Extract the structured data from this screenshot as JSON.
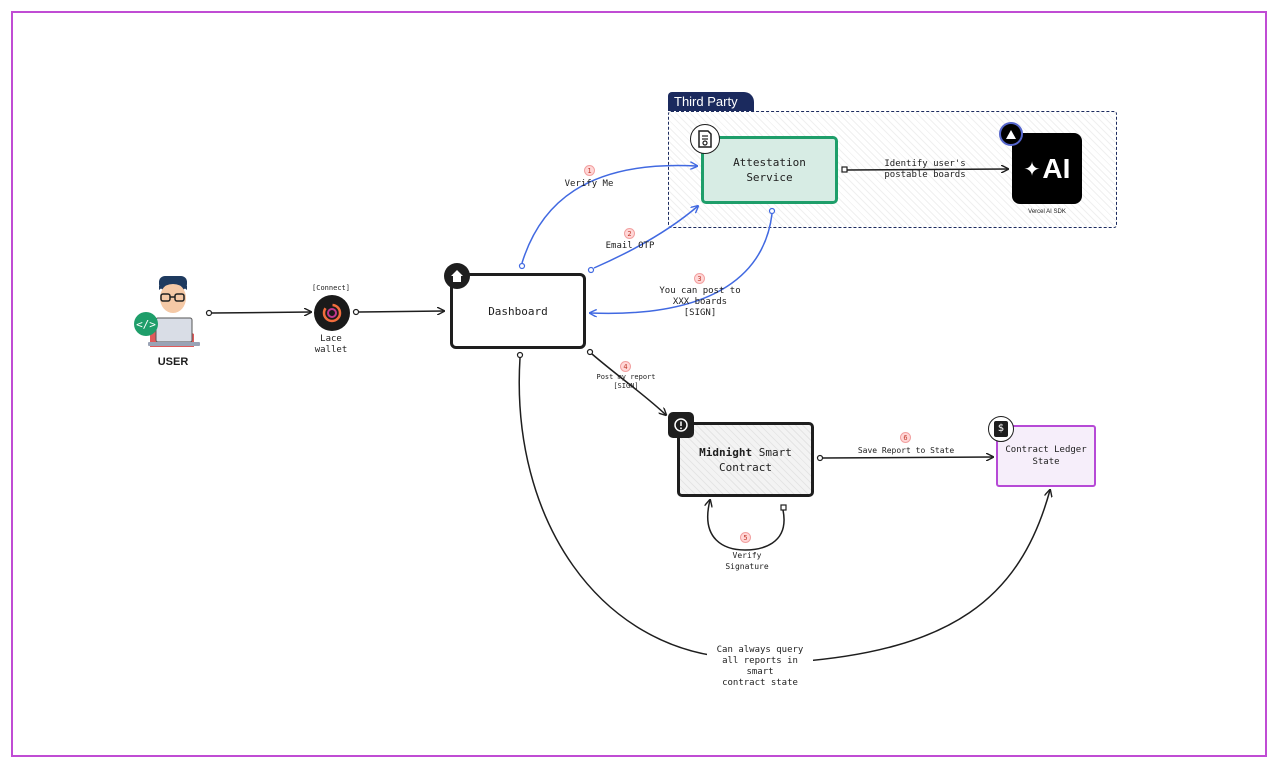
{
  "third_party": {
    "label": "Third Party"
  },
  "nodes": {
    "user": "USER",
    "wallet_tag": "[Connect]",
    "wallet": "Lace\nwallet",
    "dashboard": "Dashboard",
    "attestation": "Attestation\nService",
    "ai_logo": "AI",
    "ai_caption": "Vercel AI SDK",
    "midnight_bold": "Midnight",
    "midnight_rest": " Smart\nContract",
    "ledger": "Contract Ledger\nState"
  },
  "edges": {
    "e1": {
      "num": "1",
      "label": "Verify Me"
    },
    "e2": {
      "num": "2",
      "label": "Email OTP"
    },
    "e3": {
      "num": "3",
      "label": "You can post to\nXXX boards [SIGN]"
    },
    "e4": {
      "num": "4",
      "label": "Post my report\n[SIGN]"
    },
    "e5": {
      "num": "5",
      "label": "Verify\nSignature"
    },
    "e6": {
      "num": "6",
      "label": "Save Report to State"
    },
    "identify": {
      "label": "Identify user's\npostable boards"
    },
    "query": {
      "label": "Can always query\nall reports in smart\ncontract state"
    }
  },
  "colors": {
    "frame": "#c04cd4",
    "third_party": "#1b2a5e",
    "attestation_border": "#1e9e6a",
    "attestation_fill": "#d7ece4",
    "ledger_border": "#b64ad6",
    "ledger_fill": "#f6eefa",
    "blue_arrow": "#4169e1"
  }
}
